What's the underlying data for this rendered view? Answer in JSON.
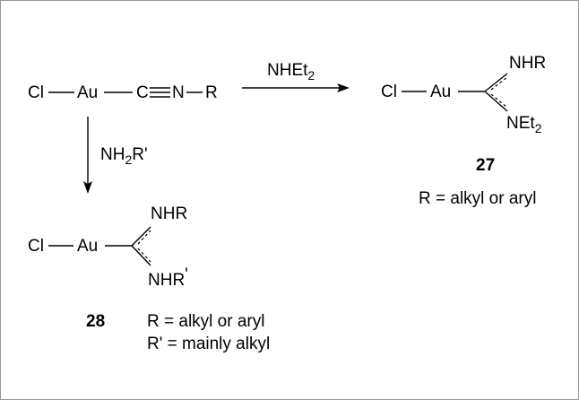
{
  "scheme": {
    "reactant": {
      "cl": "Cl",
      "au": "Au",
      "c": "C",
      "n": "N",
      "r": "R"
    },
    "reagent_right": {
      "main": "NHEt",
      "sub": "2"
    },
    "reagent_down": {
      "pre": "NH",
      "sub": "2",
      "post": "R'"
    },
    "product_27": {
      "cl": "Cl",
      "au": "Au",
      "nhr": "NHR",
      "net": "NEt",
      "net_sub": "2",
      "number": "27",
      "note": "R = alkyl or aryl"
    },
    "product_28": {
      "cl": "Cl",
      "au": "Au",
      "nhr": "NHR",
      "nhr2": "NHR",
      "prime": "'",
      "number": "28",
      "note1": "R = alkyl or aryl",
      "note2": "R' = mainly alkyl"
    }
  }
}
